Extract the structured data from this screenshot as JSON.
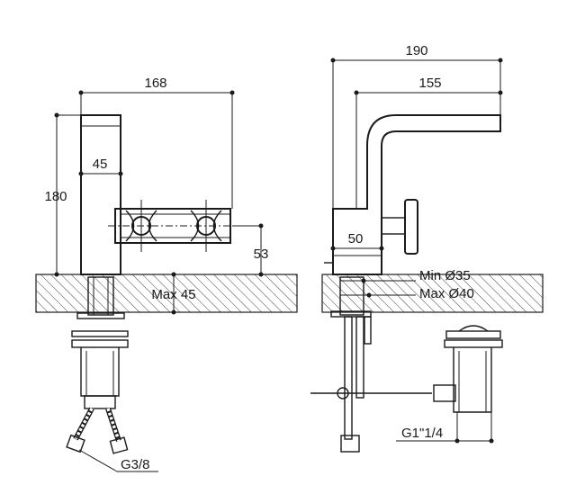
{
  "dimensions": {
    "left_width": "168",
    "left_height": "180",
    "left_body_width": "45",
    "left_spout_height": "53",
    "max_thickness": "Max 45",
    "right_width": "190",
    "right_reach": "155",
    "right_body_width": "50",
    "min_hole": "Min Ø35",
    "max_hole": "Max Ø40",
    "hose_thread": "G3/8",
    "waste_thread": "G1\"1/4"
  }
}
